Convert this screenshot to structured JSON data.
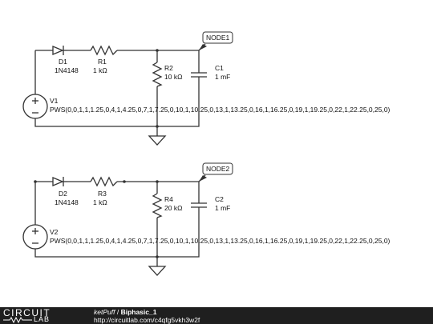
{
  "circuit1": {
    "node": "NODE1",
    "d_name": "D1",
    "d_model": "1N4148",
    "r_series_name": "R1",
    "r_series_value": "1 kΩ",
    "r_shunt_name": "R2",
    "r_shunt_value": "10 kΩ",
    "c_name": "C1",
    "c_value": "1 mF",
    "v_name": "V1",
    "v_value": "PWS(0,0,1,1,1.25,0,4,1,4.25,0,7,1,7.25,0,10,1,10.25,0,13,1,13.25,0,16,1,16.25,0,19,1,19.25,0,22,1,22.25,0,25,0)"
  },
  "circuit2": {
    "node": "NODE2",
    "d_name": "D2",
    "d_model": "1N4148",
    "r_series_name": "R3",
    "r_series_value": "1 kΩ",
    "r_shunt_name": "R4",
    "r_shunt_value": "20 kΩ",
    "c_name": "C2",
    "c_value": "1 mF",
    "v_name": "V2",
    "v_value": "PWS(0,0,1,1,1.25,0,4,1,4.25,0,7,1,7.25,0,10,1,10.25,0,13,1,13.25,0,16,1,16.25,0,19,1,19.25,0,22,1,22.25,0,25,0)"
  },
  "footer": {
    "logo_top": "CIRCUIT",
    "logo_bottom": "LAB",
    "user": "ketPuff",
    "separator": " / ",
    "title": "Biphasic_1",
    "url": "http://circuitlab.com/c4qfg5vkh3w2f"
  }
}
